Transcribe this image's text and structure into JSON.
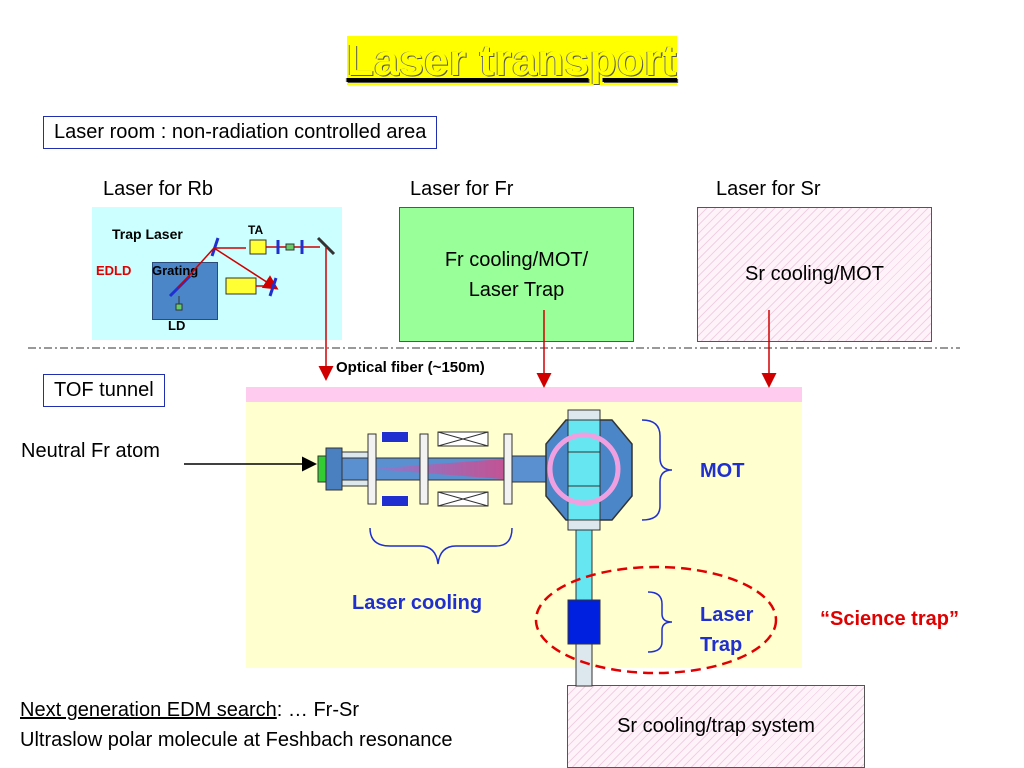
{
  "title": "Laser transport",
  "laser_room_label": "Laser room : non-radiation controlled area",
  "lasers": {
    "rb_label": "Laser for Rb",
    "fr_label": "Laser for Fr",
    "sr_label": "Laser for Sr",
    "rb_diagram": {
      "trap_laser": "Trap Laser",
      "ta": "TA",
      "edld": "EDLD",
      "grating": "Grating",
      "ld": "LD"
    },
    "fr_box_line1": "Fr cooling/MOT/",
    "fr_box_line2": "Laser Trap",
    "sr_box": "Sr cooling/MOT"
  },
  "optical_fiber": "Optical fiber (~150m)",
  "tof_tunnel": "TOF tunnel",
  "neutral_fr_atom": "Neutral Fr atom",
  "mot_label": "MOT",
  "laser_cooling_label": "Laser cooling",
  "laser_trap_line1": "Laser",
  "laser_trap_line2": "Trap",
  "science_trap": "“Science trap”",
  "sr_system": "Sr cooling/trap system",
  "bottom": {
    "line1_link": "Next generation EDM search",
    "line1_rest": ": … Fr-Sr",
    "line2": "Ultraslow polar molecule at Feshbach resonance"
  },
  "colors": {
    "title_yellow": "#ffff00",
    "tunnel_bg": "#ffffd0",
    "fr_box": "#99ff99",
    "rb_box": "#ccffff",
    "pink_bar": "#ffccf0",
    "accent_blue": "#1f2fd0",
    "accent_red": "#e00000"
  }
}
